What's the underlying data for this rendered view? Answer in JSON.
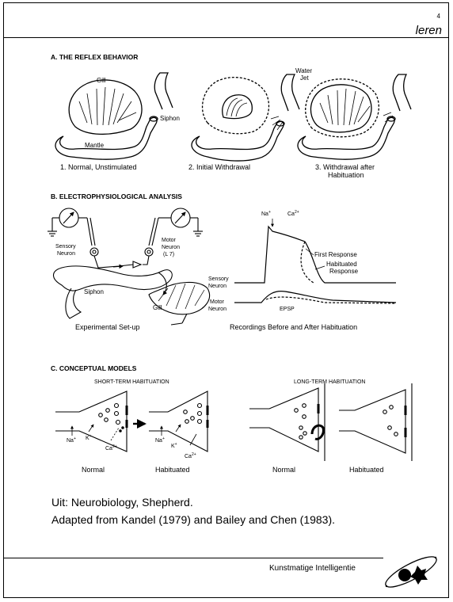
{
  "header": {
    "page_number": "4",
    "title_word": "leren"
  },
  "figure": {
    "section_a": {
      "heading": "A. THE REFLEX BEHAVIOR",
      "labels": {
        "gill": "Gill",
        "siphon": "Siphon",
        "mantle": "Mantle",
        "water_jet_line1": "Water",
        "water_jet_line2": "Jet"
      },
      "captions": [
        "1. Normal, Unstimulated",
        "2. Initial Withdrawal",
        "3. Withdrawal after",
        "Habituation"
      ]
    },
    "section_b": {
      "heading": "B. ELECTROPHYSIOLOGICAL ANALYSIS",
      "labels": {
        "sensory_line1": "Sensory",
        "sensory_line2": "Neuron",
        "motor_line1": "Motor",
        "motor_line2": "Neuron",
        "motor_line3": "(L 7)",
        "siphon": "Siphon",
        "gill": "Gill",
        "na": "Na",
        "na_sup": "+",
        "ca": "Ca",
        "ca_sup": "2+",
        "first_response": "First Response",
        "habituated_line1": "Habituated",
        "habituated_line2": "Response",
        "trace_sensory_line1": "Sensory",
        "trace_sensory_line2": "Neuron",
        "trace_motor_line1": "Motor",
        "trace_motor_line2": "Neuron",
        "epsp": "EPSP"
      },
      "captions": [
        "Experimental Set-up",
        "Recordings Before and After Habituation"
      ]
    },
    "section_c": {
      "heading": "C. CONCEPTUAL MODELS",
      "short_term": "SHORT-TERM HABITUATION",
      "long_term": "LONG-TERM HABITUATION",
      "ions": {
        "na": "Na",
        "na_sup": "+",
        "k": "K",
        "k_sup": "+",
        "ca": "Ca",
        "ca_sup": "2+"
      },
      "captions": [
        "Normal",
        "Habituated",
        "Normal",
        "Habituated"
      ]
    }
  },
  "credit": {
    "line1": "Uit: Neurobiology, Shepherd.",
    "line2": "Adapted from Kandel (1979) and Bailey and Chen (1983)."
  },
  "footer": {
    "text": "Kunstmatige Intelligentie"
  }
}
